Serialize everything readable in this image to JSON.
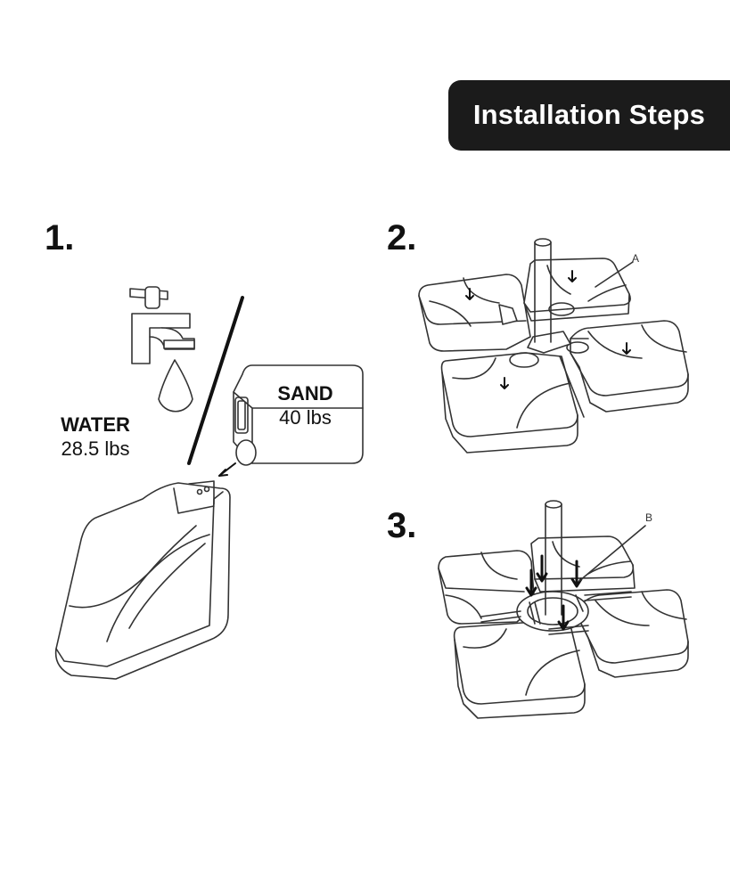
{
  "banner": {
    "title": "Installation Steps"
  },
  "steps": [
    {
      "number": "1."
    },
    {
      "number": "2."
    },
    {
      "number": "3."
    }
  ],
  "step1": {
    "water": {
      "name": "WATER",
      "weight": "28.5 lbs"
    },
    "sand": {
      "name": "SAND",
      "weight": "40 lbs"
    }
  },
  "callouts": {
    "a": "A",
    "b": "B"
  }
}
